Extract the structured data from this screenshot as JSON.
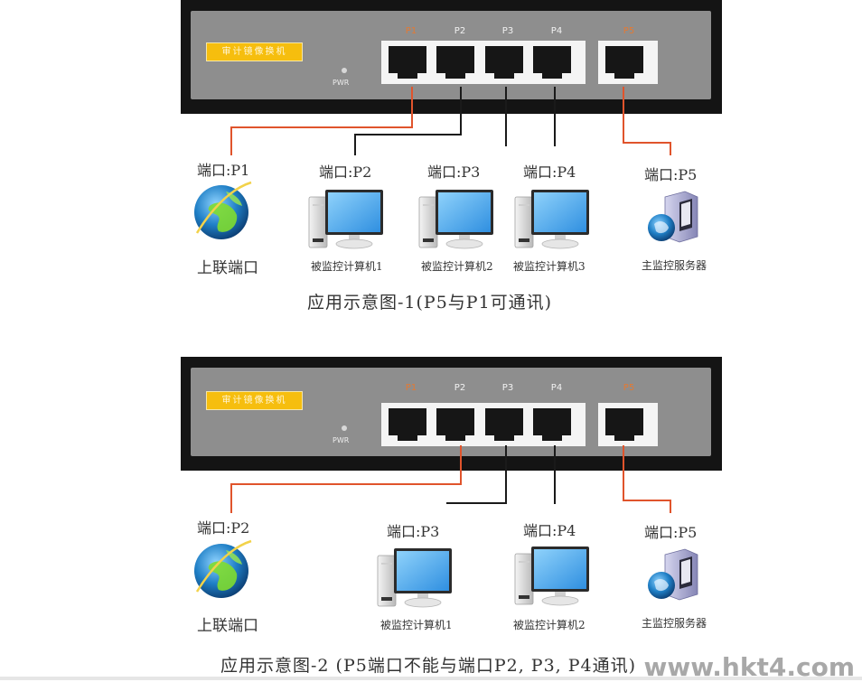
{
  "colors": {
    "switch_frame": "#141414",
    "switch_panel": "#8e8e8e",
    "brand_label_bg": "#f6be0e",
    "highlight_port": "#e37a34",
    "wire_active": "#e0542c",
    "wire_normal": "#1a1a1a"
  },
  "diagrams": [
    {
      "switch": {
        "brand_label": "审计镜像换机",
        "power_label": "PWR",
        "ports": [
          {
            "label": "P1",
            "highlighted": true
          },
          {
            "label": "P2",
            "highlighted": false
          },
          {
            "label": "P3",
            "highlighted": false
          },
          {
            "label": "P4",
            "highlighted": false
          },
          {
            "label": "P5",
            "highlighted": true
          }
        ]
      },
      "nodes": [
        {
          "port_label": "端口:P1",
          "name": "上联端口",
          "icon": "globe-icon",
          "wire": "active"
        },
        {
          "port_label": "端口:P2",
          "name": "被监控计算机1",
          "icon": "computer-icon",
          "wire": "normal"
        },
        {
          "port_label": "端口:P3",
          "name": "被监控计算机2",
          "icon": "computer-icon",
          "wire": "normal"
        },
        {
          "port_label": "端口:P4",
          "name": "被监控计算机3",
          "icon": "computer-icon",
          "wire": "normal"
        },
        {
          "port_label": "端口:P5",
          "name": "主监控服务器",
          "icon": "server-icon",
          "wire": "active"
        }
      ],
      "caption": "应用示意图-1(P5与P1可通讯)"
    },
    {
      "switch": {
        "brand_label": "审计镜像换机",
        "power_label": "PWR",
        "ports": [
          {
            "label": "P1",
            "highlighted": true
          },
          {
            "label": "P2",
            "highlighted": false
          },
          {
            "label": "P3",
            "highlighted": false
          },
          {
            "label": "P4",
            "highlighted": false
          },
          {
            "label": "P5",
            "highlighted": true
          }
        ]
      },
      "nodes": [
        {
          "port_label": "端口:P2",
          "name": "上联端口",
          "icon": "globe-icon",
          "wire": "active"
        },
        {
          "port_label": "端口:P3",
          "name": "被监控计算机1",
          "icon": "computer-icon",
          "wire": "normal"
        },
        {
          "port_label": "端口:P4",
          "name": "被监控计算机2",
          "icon": "computer-icon",
          "wire": "normal"
        },
        {
          "port_label": "端口:P5",
          "name": "主监控服务器",
          "icon": "server-icon",
          "wire": "active"
        }
      ],
      "caption": "应用示意图-2 (P5端口不能与端口P2, P3, P4通讯)"
    }
  ],
  "watermark": "www.hkt4.com"
}
